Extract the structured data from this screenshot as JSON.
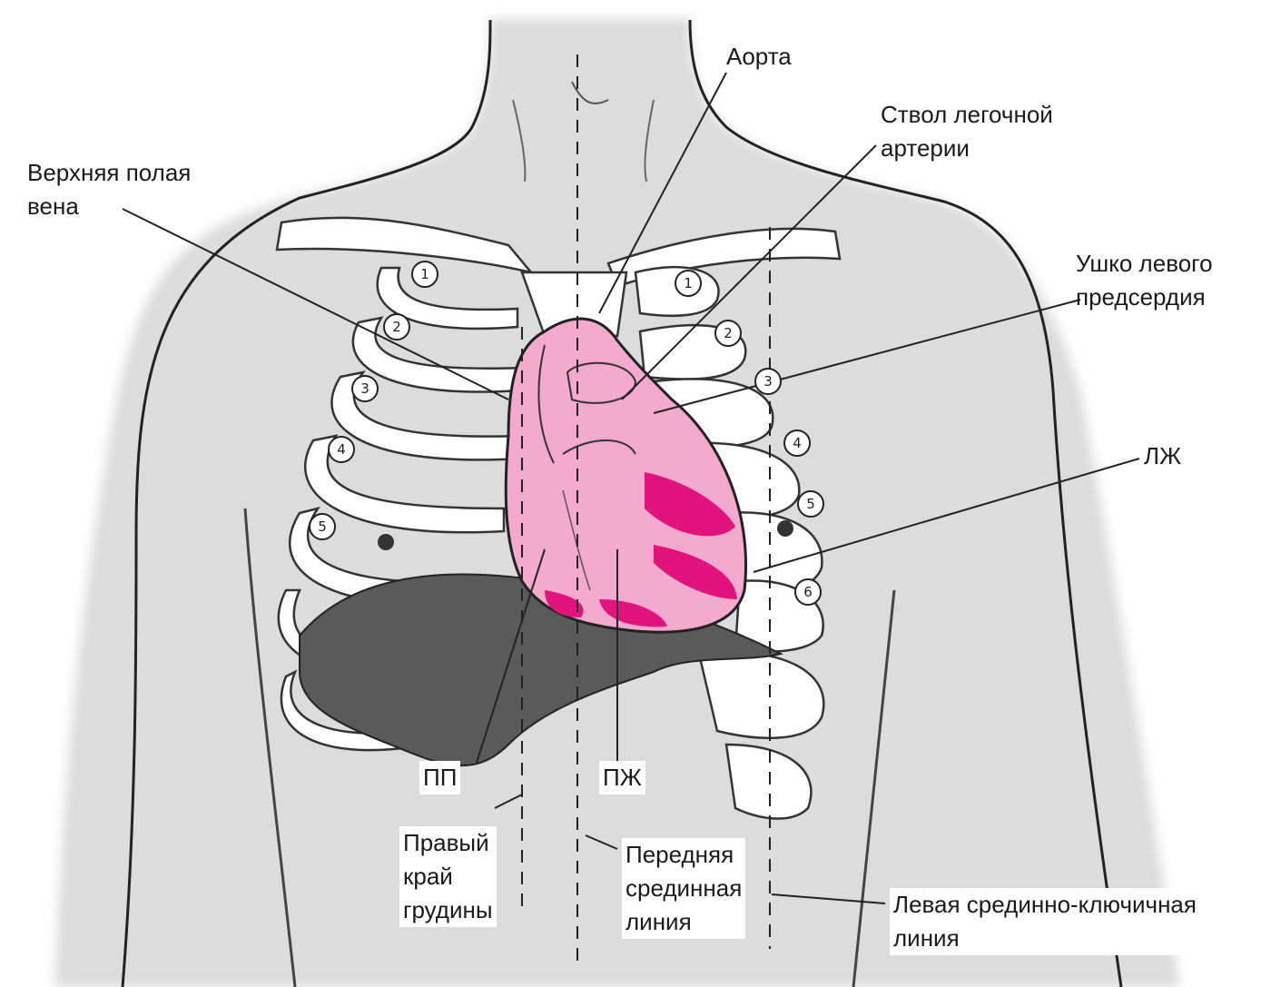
{
  "labels": {
    "aorta": [
      "Аорта"
    ],
    "pulmonary_trunk": [
      "Ствол легочной",
      "артерии"
    ],
    "superior_vena_cava": [
      "Верхняя полая",
      "вена"
    ],
    "left_auricle": [
      "Ушко левого",
      "предсердия"
    ],
    "left_ventricle": [
      "ЛЖ"
    ],
    "right_atrium": [
      "ПП"
    ],
    "right_ventricle": [
      "ПЖ"
    ],
    "right_sternal_border": [
      "Правый",
      "край",
      "грудины"
    ],
    "anterior_median_line": [
      "Передняя",
      "срединная",
      "линия"
    ],
    "left_midclavicular_line": [
      "Левая срединно-ключичная",
      "линия"
    ]
  },
  "rib_numbers": {
    "right": [
      "1",
      "2",
      "3",
      "4",
      "5"
    ],
    "left": [
      "1",
      "2",
      "3",
      "4",
      "5",
      "6"
    ]
  },
  "colors": {
    "heart_fill": "#f4a9cf",
    "heart_highlight": "#e0147c",
    "liver_fill": "#555555",
    "torso_shade": "#d8d8d8",
    "outline": "#222222"
  }
}
